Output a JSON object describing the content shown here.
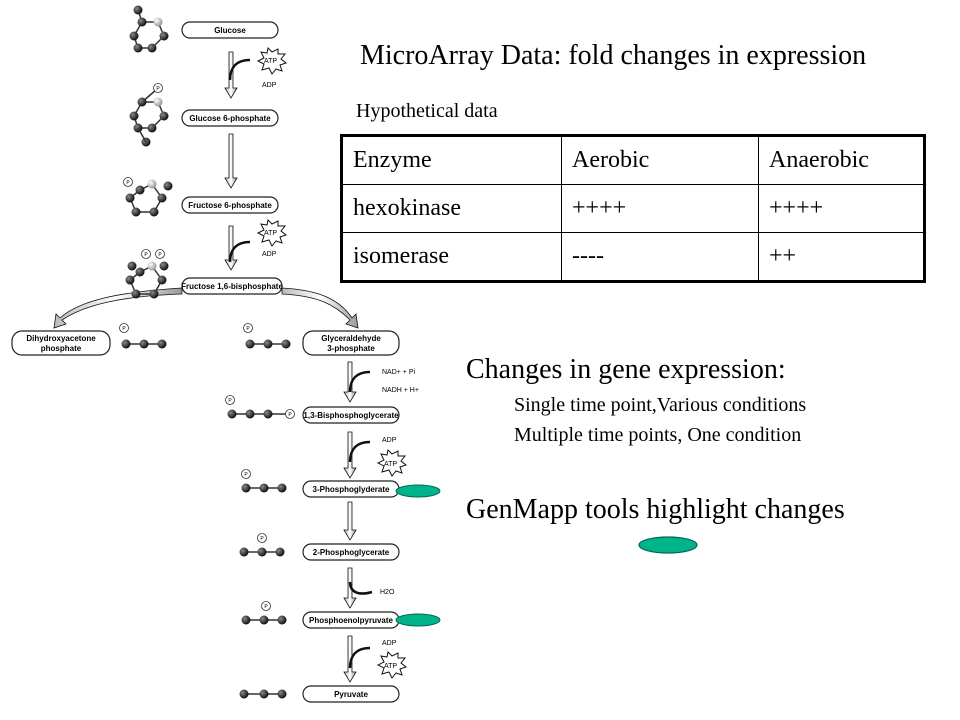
{
  "slide": {
    "title": "MicroArray Data: fold changes in expression",
    "hypothetical_label": "Hypothetical data"
  },
  "table": {
    "headers": [
      "Enzyme",
      "Aerobic",
      "Anaerobic"
    ],
    "rows": [
      [
        "hexokinase",
        "++++",
        "++++"
      ],
      [
        "isomerase",
        "----",
        "++"
      ]
    ]
  },
  "changes": {
    "heading": "Changes in gene expression:",
    "items": [
      "Single time point,Various conditions",
      "Multiple time points, One condition"
    ]
  },
  "tools_text": "GenMapp tools highlight changes",
  "pathway": {
    "metabolites": {
      "glucose": "Glucose",
      "g6p": "Glucose 6-phosphate",
      "f6p": "Fructose 6-phosphate",
      "f16bp": "Fructose 1,6-bisphosphate",
      "dhap_1": "Dihydroxyacetone",
      "dhap_2": "phosphate",
      "g3p_1": "Glyceraldehyde",
      "g3p_2": "3-phosphate",
      "bpg13": "1,3-Bisphosphoglycerate",
      "pg3": "3-Phosphoglyderate",
      "pg2": "2-Phosphoglycerate",
      "pep": "Phosphoenolpyruvate",
      "pyruvate": "Pyruvate"
    },
    "cofactors": {
      "atp_1": "ATP",
      "adp_1": "ADP",
      "atp_2": "ATP",
      "adp_2": "ADP",
      "nad": "NAD+ + Pi",
      "nadh": "NADH + H+",
      "adp_3": "ADP",
      "atp_3": "ATP",
      "h2o": "H2O",
      "adp_4": "ADP",
      "atp_4": "ATP"
    },
    "phosphate_symbol": "P"
  },
  "colors": {
    "highlight": "#00b38a",
    "highlight_stroke": "#006b55"
  }
}
